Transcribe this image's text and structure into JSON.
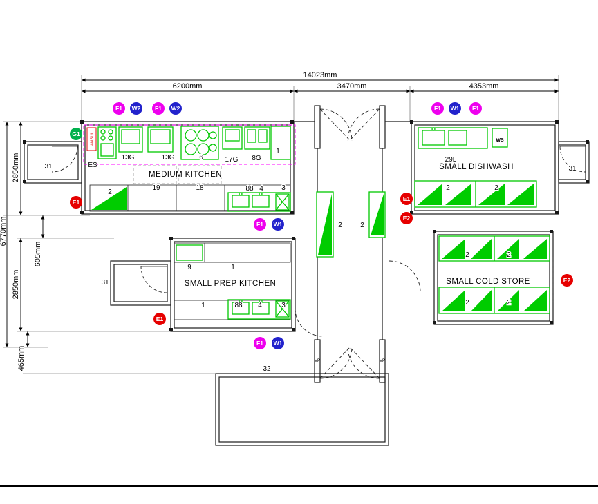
{
  "dimensions": {
    "overall_width": "14023mm",
    "left_module_width": "6200mm",
    "mid_module_width": "3470mm",
    "right_module_width": "4353mm",
    "overall_height": "6770mm",
    "top_module_height": "2850mm",
    "module_gap": "605mm",
    "lower_module_height": "2850mm",
    "bottom_offset": "465mm"
  },
  "rooms": {
    "medium_kitchen": "MEDIUM KITCHEN",
    "small_dishwash": "SMALL DISHWASH",
    "small_prep_kitchen": "SMALL PREP KITCHEN",
    "small_cold_store": "SMALL COLD STORE"
  },
  "labels": {
    "es": "ES",
    "ansul": "ANSUL",
    "ws": "WS",
    "mk_13g_a": "13G",
    "mk_13g_b": "13G",
    "mk_6": "6",
    "mk_17g": "17G",
    "mk_8g": "8G",
    "mk_1": "1",
    "mk_c2": "2",
    "mk_c19": "19",
    "mk_c18": "18",
    "mk_c88": "88",
    "mk_c4": "4",
    "mk_c3": "3",
    "corridor_left": "31",
    "corridor_right": "31",
    "corridor_prep": "31",
    "dw_29l": "29L",
    "dw_shelf_a": "2",
    "dw_shelf_b": "2",
    "mid_panel_a": "2",
    "mid_panel_b": "2",
    "pk_9": "9",
    "pk_1_top": "1",
    "pk_1_bottom": "1",
    "pk_88": "88",
    "pk_4": "4",
    "pk_3": "3",
    "cs_shelf_a": "2",
    "cs_shelf_b": "2",
    "cs_shelf_c": "2",
    "cs_shelf_d": "2",
    "room_32": "32",
    "vp_a": "VP",
    "vp_b": "VP"
  },
  "badges": [
    {
      "label": "F1",
      "color": "#ee00ee"
    },
    {
      "label": "W2",
      "color": "#2222cc"
    },
    {
      "label": "F1",
      "color": "#ee00ee"
    },
    {
      "label": "W2",
      "color": "#2222cc"
    },
    {
      "label": "F1",
      "color": "#ee00ee"
    },
    {
      "label": "W1",
      "color": "#2222cc"
    },
    {
      "label": "F1",
      "color": "#ee00ee"
    },
    {
      "label": "G1",
      "color": "#00b04c"
    },
    {
      "label": "E1",
      "color": "#e60000"
    },
    {
      "label": "F1",
      "color": "#ee00ee"
    },
    {
      "label": "W1",
      "color": "#2222cc"
    },
    {
      "label": "E1",
      "color": "#e60000"
    },
    {
      "label": "E2",
      "color": "#e60000"
    },
    {
      "label": "E2",
      "color": "#e60000"
    },
    {
      "label": "E1",
      "color": "#e60000"
    },
    {
      "label": "F1",
      "color": "#ee00ee"
    },
    {
      "label": "W1",
      "color": "#2222cc"
    }
  ],
  "colors": {
    "equipment_green": "#00c800",
    "ansul_red": "#e00000",
    "boundary_magenta": "#ff00ff"
  }
}
